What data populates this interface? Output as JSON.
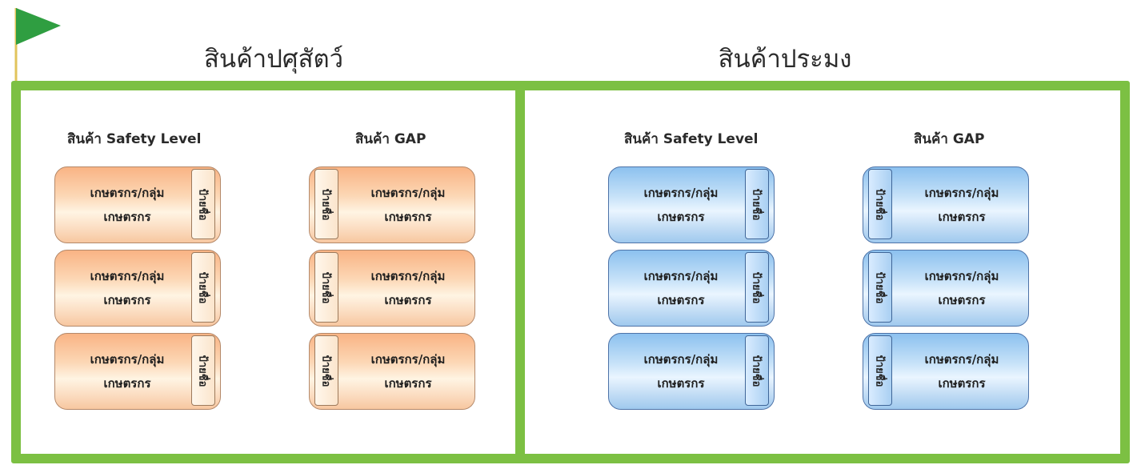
{
  "sections": [
    {
      "title": "สินค้าปศุสัตว์",
      "theme_color": "#f9b384",
      "safety": {
        "title": "สินค้า Safety Level",
        "cards": [
          {
            "line1": "เกษตรกร/กลุ่ม",
            "line2": "เกษตรกร",
            "tab": "ป้ายชื่อ"
          },
          {
            "line1": "เกษตรกร/กลุ่ม",
            "line2": "เกษตรกร",
            "tab": "ป้ายชื่อ"
          },
          {
            "line1": "เกษตรกร/กลุ่ม",
            "line2": "เกษตรกร",
            "tab": "ป้ายชื่อ"
          }
        ]
      },
      "gap": {
        "title": "สินค้า GAP",
        "cards": [
          {
            "line1": "เกษตรกร/กลุ่ม",
            "line2": "เกษตรกร",
            "tab": "ป้ายชื่อ"
          },
          {
            "line1": "เกษตรกร/กลุ่ม",
            "line2": "เกษตรกร",
            "tab": "ป้ายชื่อ"
          },
          {
            "line1": "เกษตรกร/กลุ่ม",
            "line2": "เกษตรกร",
            "tab": "ป้ายชื่อ"
          }
        ]
      }
    },
    {
      "title": "สินค้าประมง",
      "theme_color": "#8cc1ef",
      "safety": {
        "title": "สินค้า Safety Level",
        "cards": [
          {
            "line1": "เกษตรกร/กลุ่ม",
            "line2": "เกษตรกร",
            "tab": "ป้ายชื่อ"
          },
          {
            "line1": "เกษตรกร/กลุ่ม",
            "line2": "เกษตรกร",
            "tab": "ป้ายชื่อ"
          },
          {
            "line1": "เกษตรกร/กลุ่ม",
            "line2": "เกษตรกร",
            "tab": "ป้ายชื่อ"
          }
        ]
      },
      "gap": {
        "title": "สินค้า GAP",
        "cards": [
          {
            "line1": "เกษตรกร/กลุ่ม",
            "line2": "เกษตรกร",
            "tab": "ป้ายชื่อ"
          },
          {
            "line1": "เกษตรกร/กลุ่ม",
            "line2": "เกษตรกร",
            "tab": "ป้ายชื่อ"
          },
          {
            "line1": "เกษตรกร/กลุ่ม",
            "line2": "เกษตรกร",
            "tab": "ป้ายชื่อ"
          }
        ]
      }
    }
  ],
  "colors": {
    "frame": "#7cc043",
    "flag": "#2f9e41",
    "orange_border": "#b4896a",
    "blue_border": "#4e73a8"
  },
  "icons": {
    "flag": "flag-icon"
  }
}
